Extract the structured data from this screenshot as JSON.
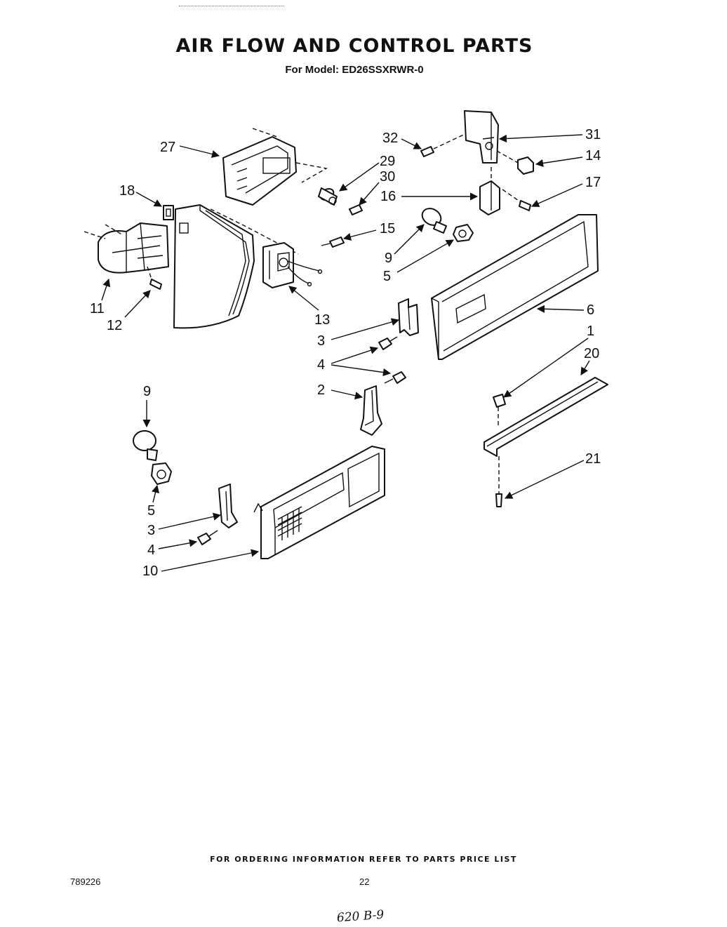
{
  "header": {
    "title": "AIR FLOW AND CONTROL PARTS",
    "subtitle": "For Model: ED26SSXRWR-0"
  },
  "footer": {
    "note": "FOR ORDERING INFORMATION REFER TO PARTS PRICE LIST",
    "doc_number": "789226",
    "page_number": "22",
    "handwritten": "620 B-9"
  },
  "callouts": {
    "c27": "27",
    "c18": "18",
    "c11": "11",
    "c12": "12",
    "c13": "13",
    "c32": "32",
    "c29": "29",
    "c30": "30",
    "c15": "15",
    "c31": "31",
    "c14": "14",
    "c17": "17",
    "c16": "16",
    "c9a": "9",
    "c5a": "5",
    "c6": "6",
    "c3a": "3",
    "c4a": "4",
    "c2": "2",
    "c1": "1",
    "c20": "20",
    "c21": "21",
    "c9b": "9",
    "c5b": "5",
    "c3b": "3",
    "c4b": "4",
    "c10": "10"
  }
}
